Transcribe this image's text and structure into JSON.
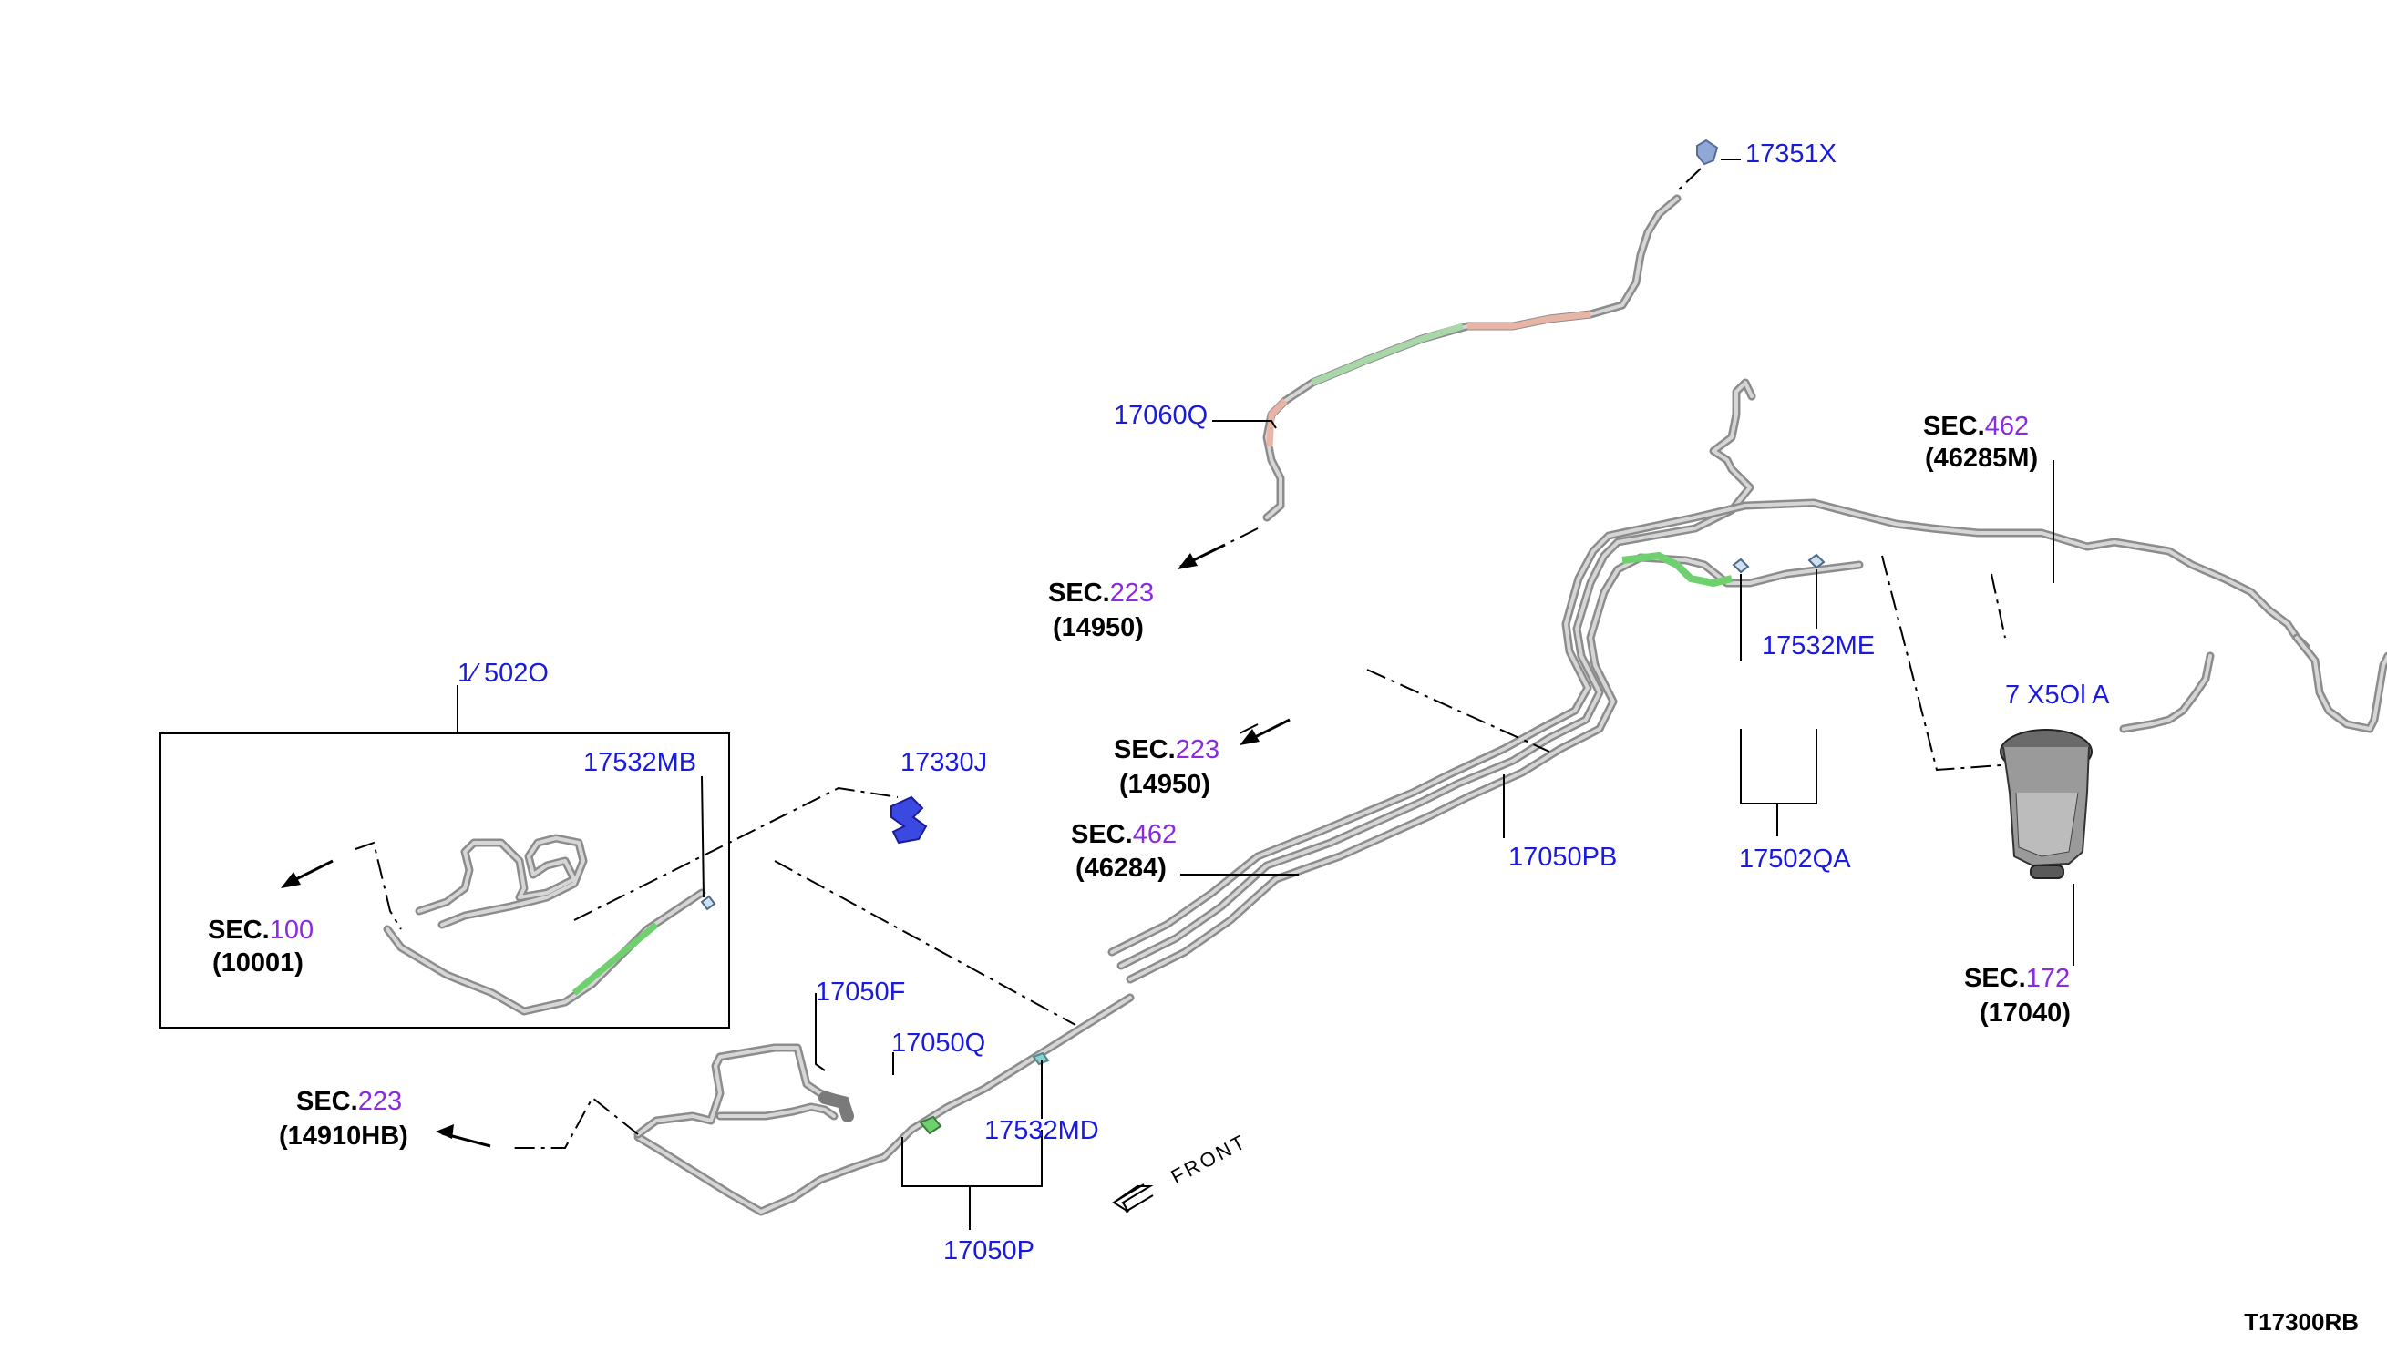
{
  "diagram_code": "T17300RB",
  "front_label": "FRONT",
  "colors": {
    "part_number": "#1a1adc",
    "section_number": "#8a2be2",
    "section_text": "#000000",
    "green_hose": "#6fd06f",
    "pink_hose": "#e8b4a6",
    "clip_blue": "#4a5ae0"
  },
  "part_labels": {
    "p17351X": "17351X",
    "p17060Q": "17060Q",
    "p17502O": "1⁄ 502O",
    "p17532MB": "17532MB",
    "p17330J": "17330J",
    "p17050F": "17050F",
    "p17050Q": "17050Q",
    "p17532MD": "17532MD",
    "p17050P": "17050P",
    "p17050PB": "17050PB",
    "p17532ME": "17532ME",
    "p17502QA": "17502QA",
    "p1750_A": "7 Χ5Ol A"
  },
  "sections": {
    "s223_top": {
      "prefix": "SEC.",
      "num": "223",
      "ref": "(14950)"
    },
    "s223_mid": {
      "prefix": "SEC.",
      "num": "223",
      "ref": "(14950)"
    },
    "s462_mid": {
      "prefix": "SEC.",
      "num": "462",
      "ref": "(46284)"
    },
    "s462_right": {
      "prefix": "SEC.",
      "num": "462",
      "ref": "(46285M)"
    },
    "s100": {
      "prefix": "SEC.",
      "num": "100",
      "ref": "(10001)"
    },
    "s223_low": {
      "prefix": "SEC.",
      "num": "223",
      "ref": "(14910HB)"
    },
    "s172": {
      "prefix": "SEC.",
      "num": "172",
      "ref": "(17040)"
    }
  }
}
